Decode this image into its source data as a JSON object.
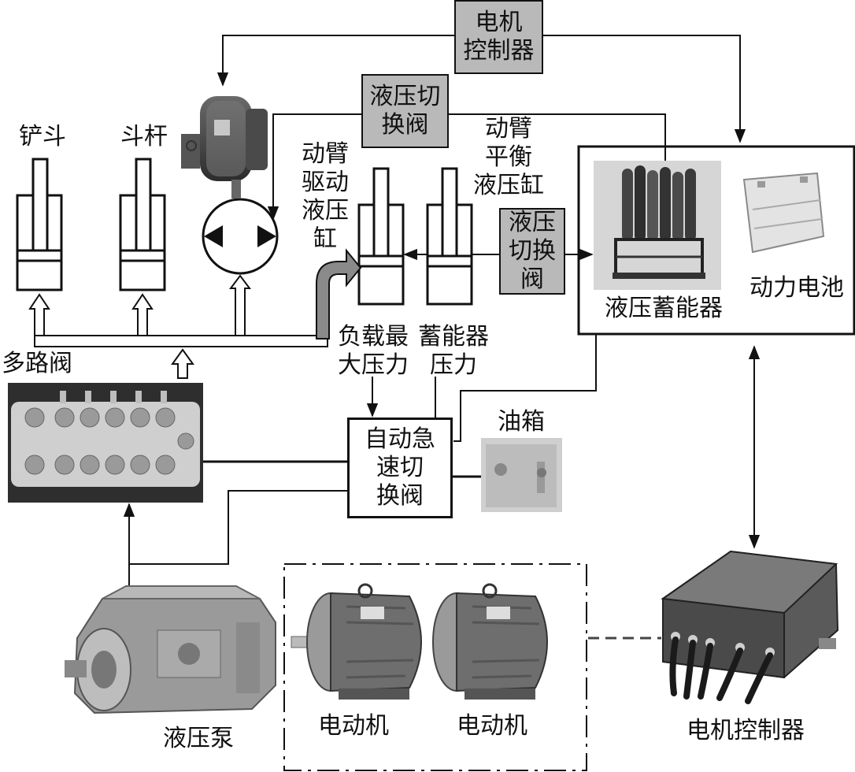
{
  "labels": {
    "bucket": "铲斗",
    "stick": "斗杆",
    "boom_drive_cylinder": "动臂\n驱动\n液压\n缸",
    "boom_balance_cylinder": "动臂\n平衡\n液压缸",
    "multiway_valve": "多路阀",
    "load_max_pressure": "负载最\n大压力",
    "accumulator_pressure": "蓄能器\n压力",
    "oil_tank": "油箱",
    "hydraulic_accumulator": "液压蓄能器",
    "power_battery": "动力电池",
    "hydraulic_pump": "液压泵",
    "motor_1": "电动机",
    "motor_2": "电动机",
    "motor_controller_bottom": "电机控制器"
  },
  "boxes": {
    "motor_controller_top": "电机\n控制器",
    "hydraulic_switch_valve_top": "液压切\n换阀",
    "hydraulic_switch_valve_mid": "液压\n切换\n阀",
    "auto_emergency_valve": "自动急\n速切\n换阀"
  },
  "colors": {
    "line": "#111111",
    "gray_box": "#b9b9b9",
    "photo_dark": "#3c3c3c",
    "photo_mid": "#8a8a8a",
    "photo_light": "#d6d6d6"
  }
}
